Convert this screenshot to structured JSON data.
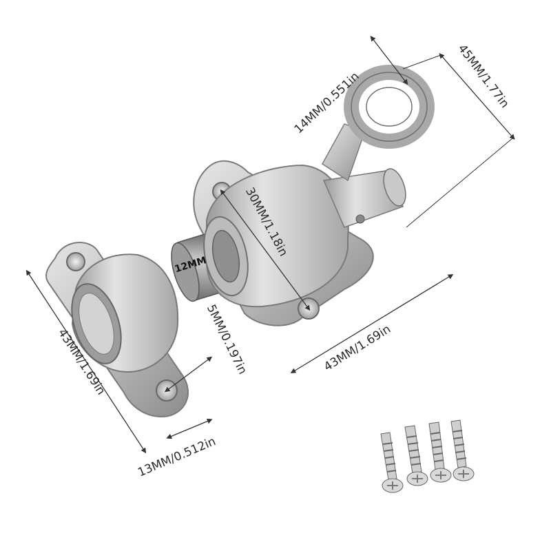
{
  "dimensions": {
    "ring_inner": "14MM/0.551in",
    "total_height": "45MM/1.77in",
    "cylinder_length": "30MM/1.18in",
    "bolt_diameter": "12MM",
    "hole_diameter": "5MM/0.197in",
    "base_length": "43MM/1.69in",
    "keeper_length": "43MM/1.69in",
    "keeper_width": "13MM/0.512in"
  },
  "colors": {
    "metal_light": "#d9d9d9",
    "metal_mid": "#b3b3b3",
    "metal_dark": "#808080",
    "line": "#333333"
  }
}
